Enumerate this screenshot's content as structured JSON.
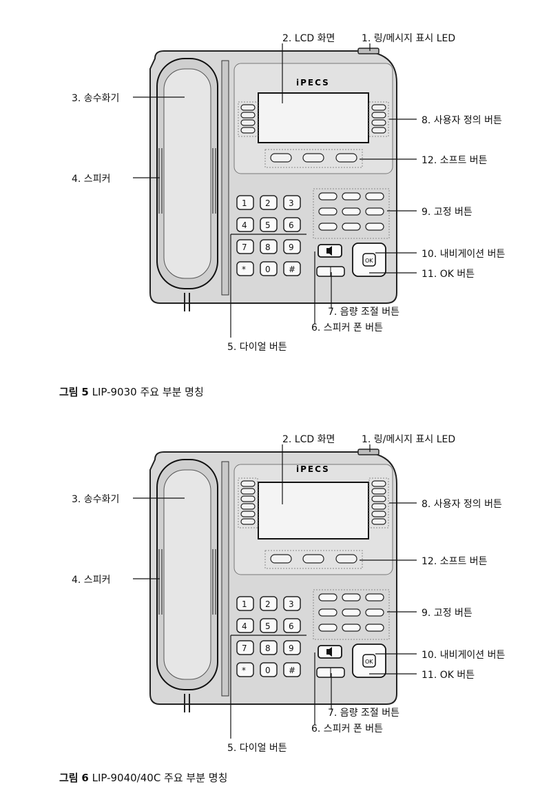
{
  "figures": [
    {
      "caption_prefix": "그림",
      "caption_number": "5",
      "caption_text": " LIP-9030 주요 부분 명칭",
      "brand": "iPECS",
      "labels": {
        "led": "1. 링/메시지 표시 LED",
        "lcd": "2. LCD 화면",
        "handset": "3. 송수화기",
        "speaker": "4. 스피커",
        "dial": "5. 다이얼 버튼",
        "speakerphone": "6. 스피커 폰 버튼",
        "volume": "7. 음량 조절 버튼",
        "userdef": "8. 사용자 정의 버튼",
        "fixed": "9. 고정 버튼",
        "nav": "10. 내비게이션 버튼",
        "ok": "11. OK 버튼",
        "soft": "12. 소프트 버튼"
      }
    },
    {
      "caption_prefix": "그림",
      "caption_number": "6",
      "caption_text": " LIP-9040/40C 주요 부분 명칭",
      "brand": "iPECS",
      "labels": {
        "led": "1. 링/메시지 표시 LED",
        "lcd": "2. LCD 화면",
        "handset": "3. 송수화기",
        "speaker": "4. 스피커",
        "dial": "5. 다이얼 버튼",
        "speakerphone": "6. 스피커 폰 버튼",
        "volume": "7. 음량 조절 버튼",
        "userdef": "8. 사용자 정의 버튼",
        "fixed": "9. 고정 버튼",
        "nav": "10. 내비게이션 버튼",
        "ok": "11. OK 버튼",
        "soft": "12. 소프트 버튼"
      }
    }
  ],
  "keypad": {
    "keys": [
      "1",
      "2",
      "3",
      "4",
      "5",
      "6",
      "7",
      "8",
      "9",
      "*",
      "0",
      "#"
    ],
    "ok_key": "OK"
  }
}
